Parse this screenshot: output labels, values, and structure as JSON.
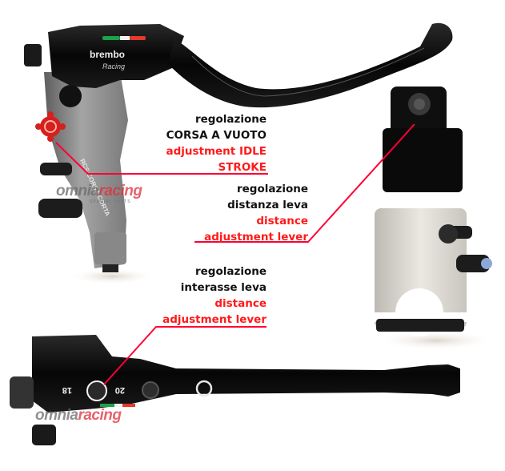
{
  "product": {
    "brand": "brembo",
    "brand_script": "Racing",
    "model_mark": "RCS CORSA CORTA",
    "lever_ratio_left": "18",
    "lever_ratio_right": "20"
  },
  "callouts": [
    {
      "id": "idle-stroke",
      "lines_it": [
        "regolazione",
        "CORSA A  VUOTO"
      ],
      "lines_en": [
        "adjustment IDLE",
        "STROKE"
      ]
    },
    {
      "id": "lever-distance",
      "lines_it": [
        "regolazione",
        "distanza leva"
      ],
      "lines_en": [
        "distance",
        "adjustment lever"
      ]
    },
    {
      "id": "lever-ratio",
      "lines_it": [
        "regolazione",
        "interasse leva"
      ],
      "lines_en": [
        "distance",
        "adjustment lever"
      ]
    }
  ],
  "watermark": {
    "part1": "omnia",
    "part2": "racing",
    "sub": "SPECIAL PARTS"
  },
  "colors": {
    "accent_red": "#ff1a1a",
    "leader_line": "#ff0033",
    "lever_black": "#0c0c0c",
    "body_gray": "#8e8e8e",
    "clamp_silver": "#d9d6cf"
  }
}
